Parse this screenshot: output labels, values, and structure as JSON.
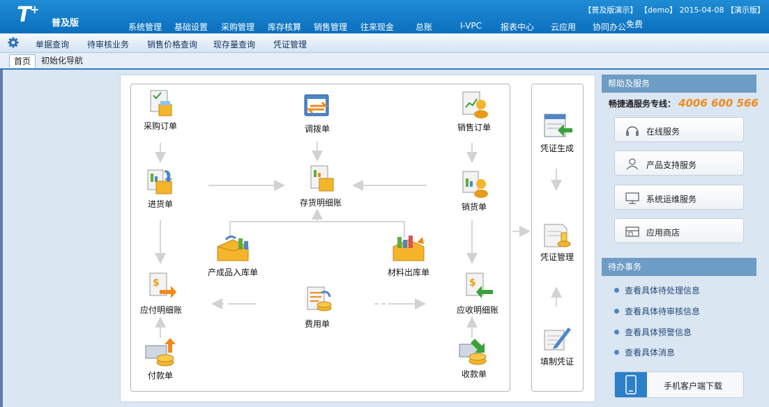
{
  "header": {
    "logo_t": "T",
    "logo_plus": "+",
    "edition": "普及版",
    "info": "【普及版演示】 【demo】 2015-04-08 【演示版】",
    "menu": [
      "系统管理",
      "基础设置",
      "采购管理",
      "库存核算",
      "销售管理",
      "往来现金",
      "总账",
      "I-VPC",
      "报表中心",
      "云应用",
      "协同办公"
    ],
    "free_badge": "免费"
  },
  "subnav": {
    "items": [
      "单据查询",
      "待审核业务",
      "销售价格查询",
      "现存量查询",
      "凭证管理"
    ]
  },
  "tabs": [
    {
      "label": "首页",
      "active": true
    },
    {
      "label": "初始化导航",
      "active": false
    }
  ],
  "flow": {
    "purchase_order": "采购订单",
    "transfer": "调拨单",
    "sales_order": "销售订单",
    "purchase_receipt": "进货单",
    "inventory_detail": "存货明细账",
    "sales_delivery": "销货单",
    "finished_goods_in": "产成品入库单",
    "material_out": "材料出库单",
    "payable_detail": "应付明细账",
    "expense": "费用单",
    "receivable_detail": "应收明细账",
    "payment": "付款单",
    "receipt": "收款单",
    "voucher_generate": "凭证生成",
    "voucher_manage": "凭证管理",
    "voucher_fill": "填制凭证"
  },
  "help": {
    "title": "帮助及服务",
    "hotline_label": "畅捷通服务专线：",
    "hotline": "4006 600 566",
    "services": [
      "在线服务",
      "产品支持服务",
      "系统运维服务",
      "应用商店"
    ]
  },
  "todo": {
    "title": "待办事务",
    "items": [
      "查看具体待处理信息",
      "查看具体待审核信息",
      "查看具体预警信息",
      "查看具体消息"
    ]
  },
  "mobile_download": "手机客户端下载"
}
